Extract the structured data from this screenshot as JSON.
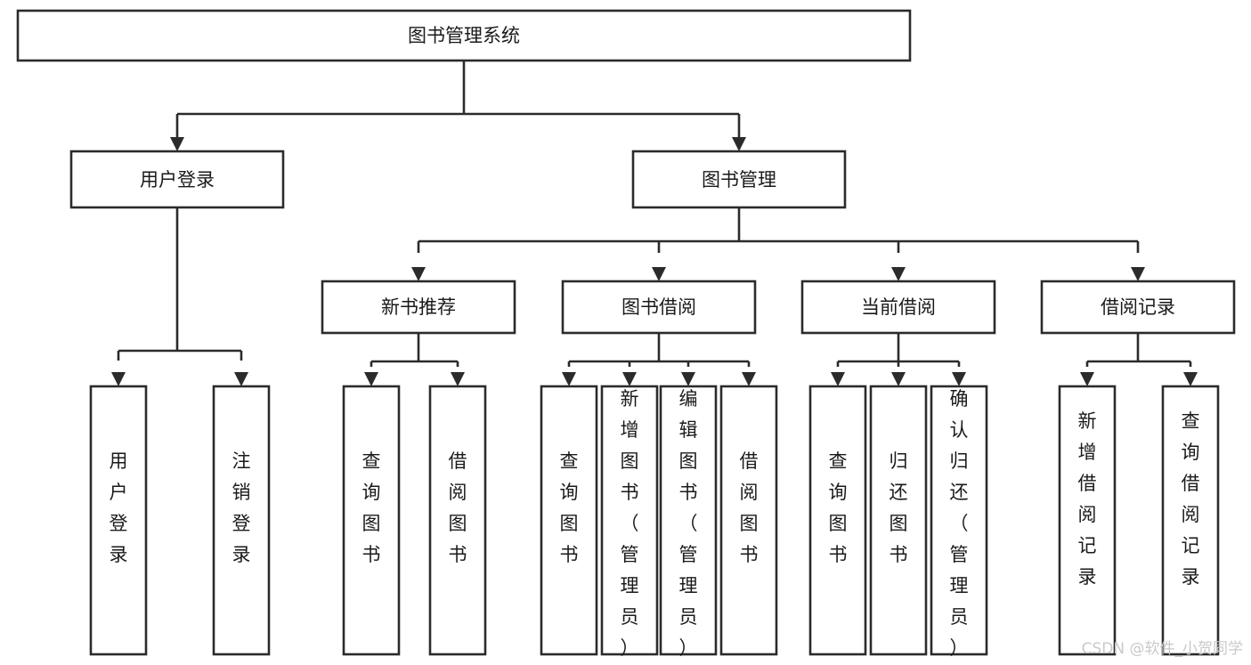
{
  "diagram": {
    "title": "图书管理系统",
    "type": "tree-hierarchy",
    "orientation": "top-down",
    "watermark": "CSDN @软件_小贺同学",
    "colors": {
      "box_stroke": "#2b2b2b",
      "box_fill": "#ffffff",
      "text": "#1a1a1a",
      "connector": "#2b2b2b",
      "watermark": "#c9c9c9",
      "background": "#ffffff"
    },
    "root": {
      "id": "root",
      "label": "图书管理系统"
    },
    "level1": [
      {
        "id": "user-login",
        "label": "用户登录"
      },
      {
        "id": "book-management",
        "label": "图书管理"
      }
    ],
    "level2": [
      {
        "id": "new-book-recommend",
        "label": "新书推荐",
        "parent": "book-management"
      },
      {
        "id": "book-borrow",
        "label": "图书借阅",
        "parent": "book-management"
      },
      {
        "id": "current-borrow",
        "label": "当前借阅",
        "parent": "book-management"
      },
      {
        "id": "borrow-record",
        "label": "借阅记录",
        "parent": "book-management"
      }
    ],
    "leaves": {
      "user-login": [
        {
          "id": "leaf-user-login",
          "label": "用户登录"
        },
        {
          "id": "leaf-user-logout",
          "label": "注销登录"
        }
      ],
      "new-book-recommend": [
        {
          "id": "leaf-query-book-1",
          "label": "查询图书"
        },
        {
          "id": "leaf-borrow-book-1",
          "label": "借阅图书"
        }
      ],
      "book-borrow": [
        {
          "id": "leaf-query-book-2",
          "label": "查询图书"
        },
        {
          "id": "leaf-add-book",
          "label": "新增图书（管理员）"
        },
        {
          "id": "leaf-edit-book",
          "label": "编辑图书（管理员）"
        },
        {
          "id": "leaf-borrow-book-2",
          "label": "借阅图书"
        }
      ],
      "current-borrow": [
        {
          "id": "leaf-query-book-3",
          "label": "查询图书"
        },
        {
          "id": "leaf-return-book",
          "label": "归还图书"
        },
        {
          "id": "leaf-confirm-return",
          "label": "确认归还（管理员）"
        }
      ],
      "borrow-record": [
        {
          "id": "leaf-add-record",
          "label": "新增借阅记录"
        },
        {
          "id": "leaf-query-record",
          "label": "查询借阅记录"
        }
      ]
    }
  }
}
